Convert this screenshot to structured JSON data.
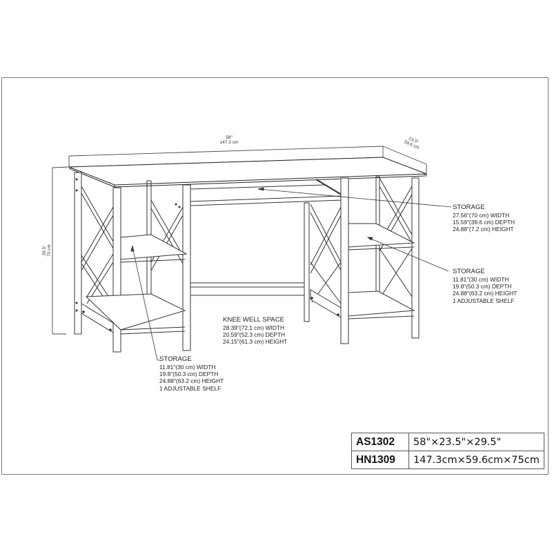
{
  "drawing": {
    "overall_dimensions": {
      "width_in": "58\"",
      "width_cm": "147.3  cm",
      "depth_in": "23.5\"",
      "depth_cm": "59.6  cm",
      "height_in": "29.5\"",
      "height_cm": "75  cm"
    },
    "callouts": {
      "drawer_storage": {
        "title": "STORAGE",
        "lines": [
          "27.56\"(70 cm) WIDTH",
          "15.59\"(39.6 cm) DEPTH",
          "24.88\"(7.2 cm) HEIGHT"
        ]
      },
      "right_storage": {
        "title": "STORAGE",
        "lines": [
          "11.81\"(30 cm) WIDTH",
          "19.8\"(50.3 cm) DEPTH",
          "24.88\"(63.2 cm) HEIGHT",
          "1 ADJUSTABLE SHELF"
        ]
      },
      "knee_well": {
        "title": "KNEE WELL SPACE",
        "lines": [
          "28.39\"(72.1 cm) WIDTH",
          "20.59\"(52.3 cm) DEPTH",
          "24.15\"(61.3 cm) HEIGHT"
        ]
      },
      "left_storage": {
        "title": "STORAGE",
        "lines": [
          "11.81\"(30 cm) WIDTH",
          "19.8\"(50.3 cm) DEPTH",
          "24.88\"(63.2 cm) HEIGHT",
          "1 ADJUSTABLE SHELF"
        ]
      }
    }
  },
  "spec_table": {
    "rows": [
      {
        "model": "AS1302",
        "dims": "58\"×23.5\"×29.5\""
      },
      {
        "model": "HN1309",
        "dims": "147.3cm×59.6cm×75cm"
      }
    ]
  }
}
